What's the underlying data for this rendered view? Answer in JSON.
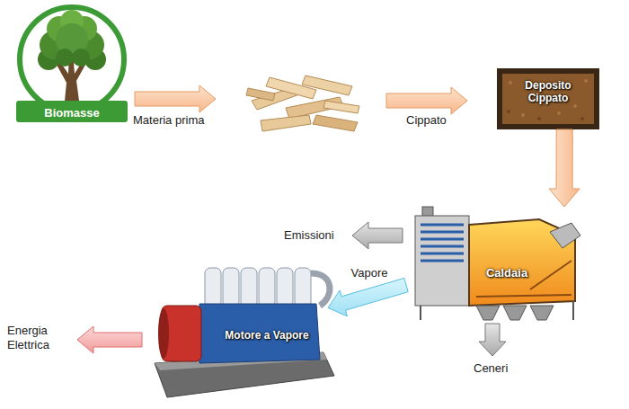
{
  "diagram": {
    "nodes": [
      {
        "text": [
          "Biomasse"
        ]
      },
      {
        "text": [
          "Deposito Cippato"
        ]
      },
      {
        "text": [
          "Caldaia"
        ]
      },
      {
        "text": [
          "Motore a Vapore"
        ]
      }
    ],
    "edges": [
      {
        "from": 1,
        "to": 2,
        "arrow": "to"
      },
      {
        "from": 2,
        "to": 3,
        "label": "Vapore",
        "arrow": "to"
      }
    ],
    "labels": [
      "Materia prima",
      "Cippato",
      "Emissioni",
      "Energia Elettrica",
      "Ceneri"
    ]
  }
}
